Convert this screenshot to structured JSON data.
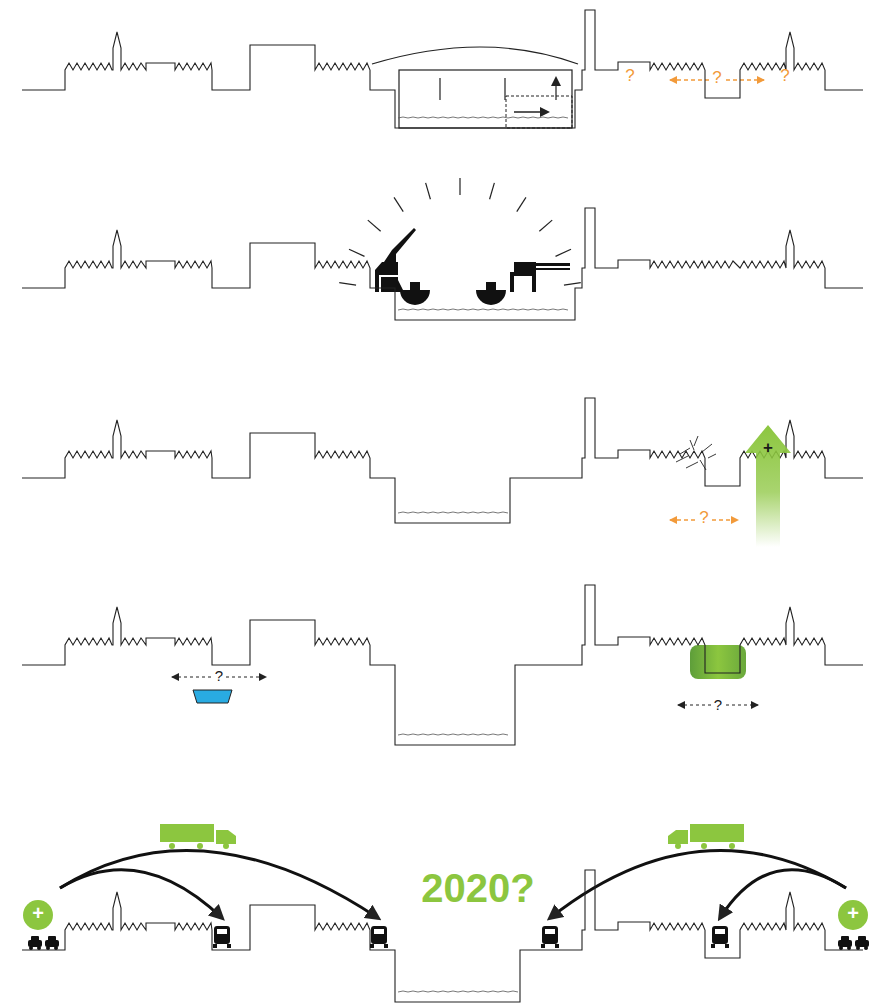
{
  "diagram": {
    "nodes": [
      {
        "text": [
          "+"
        ]
      },
      {
        "text": [
          "+"
        ]
      },
      {
        "text": [
          "+"
        ]
      }
    ],
    "labels": [
      "?",
      "?",
      "?",
      "?",
      "?",
      "?",
      "2020?"
    ]
  }
}
